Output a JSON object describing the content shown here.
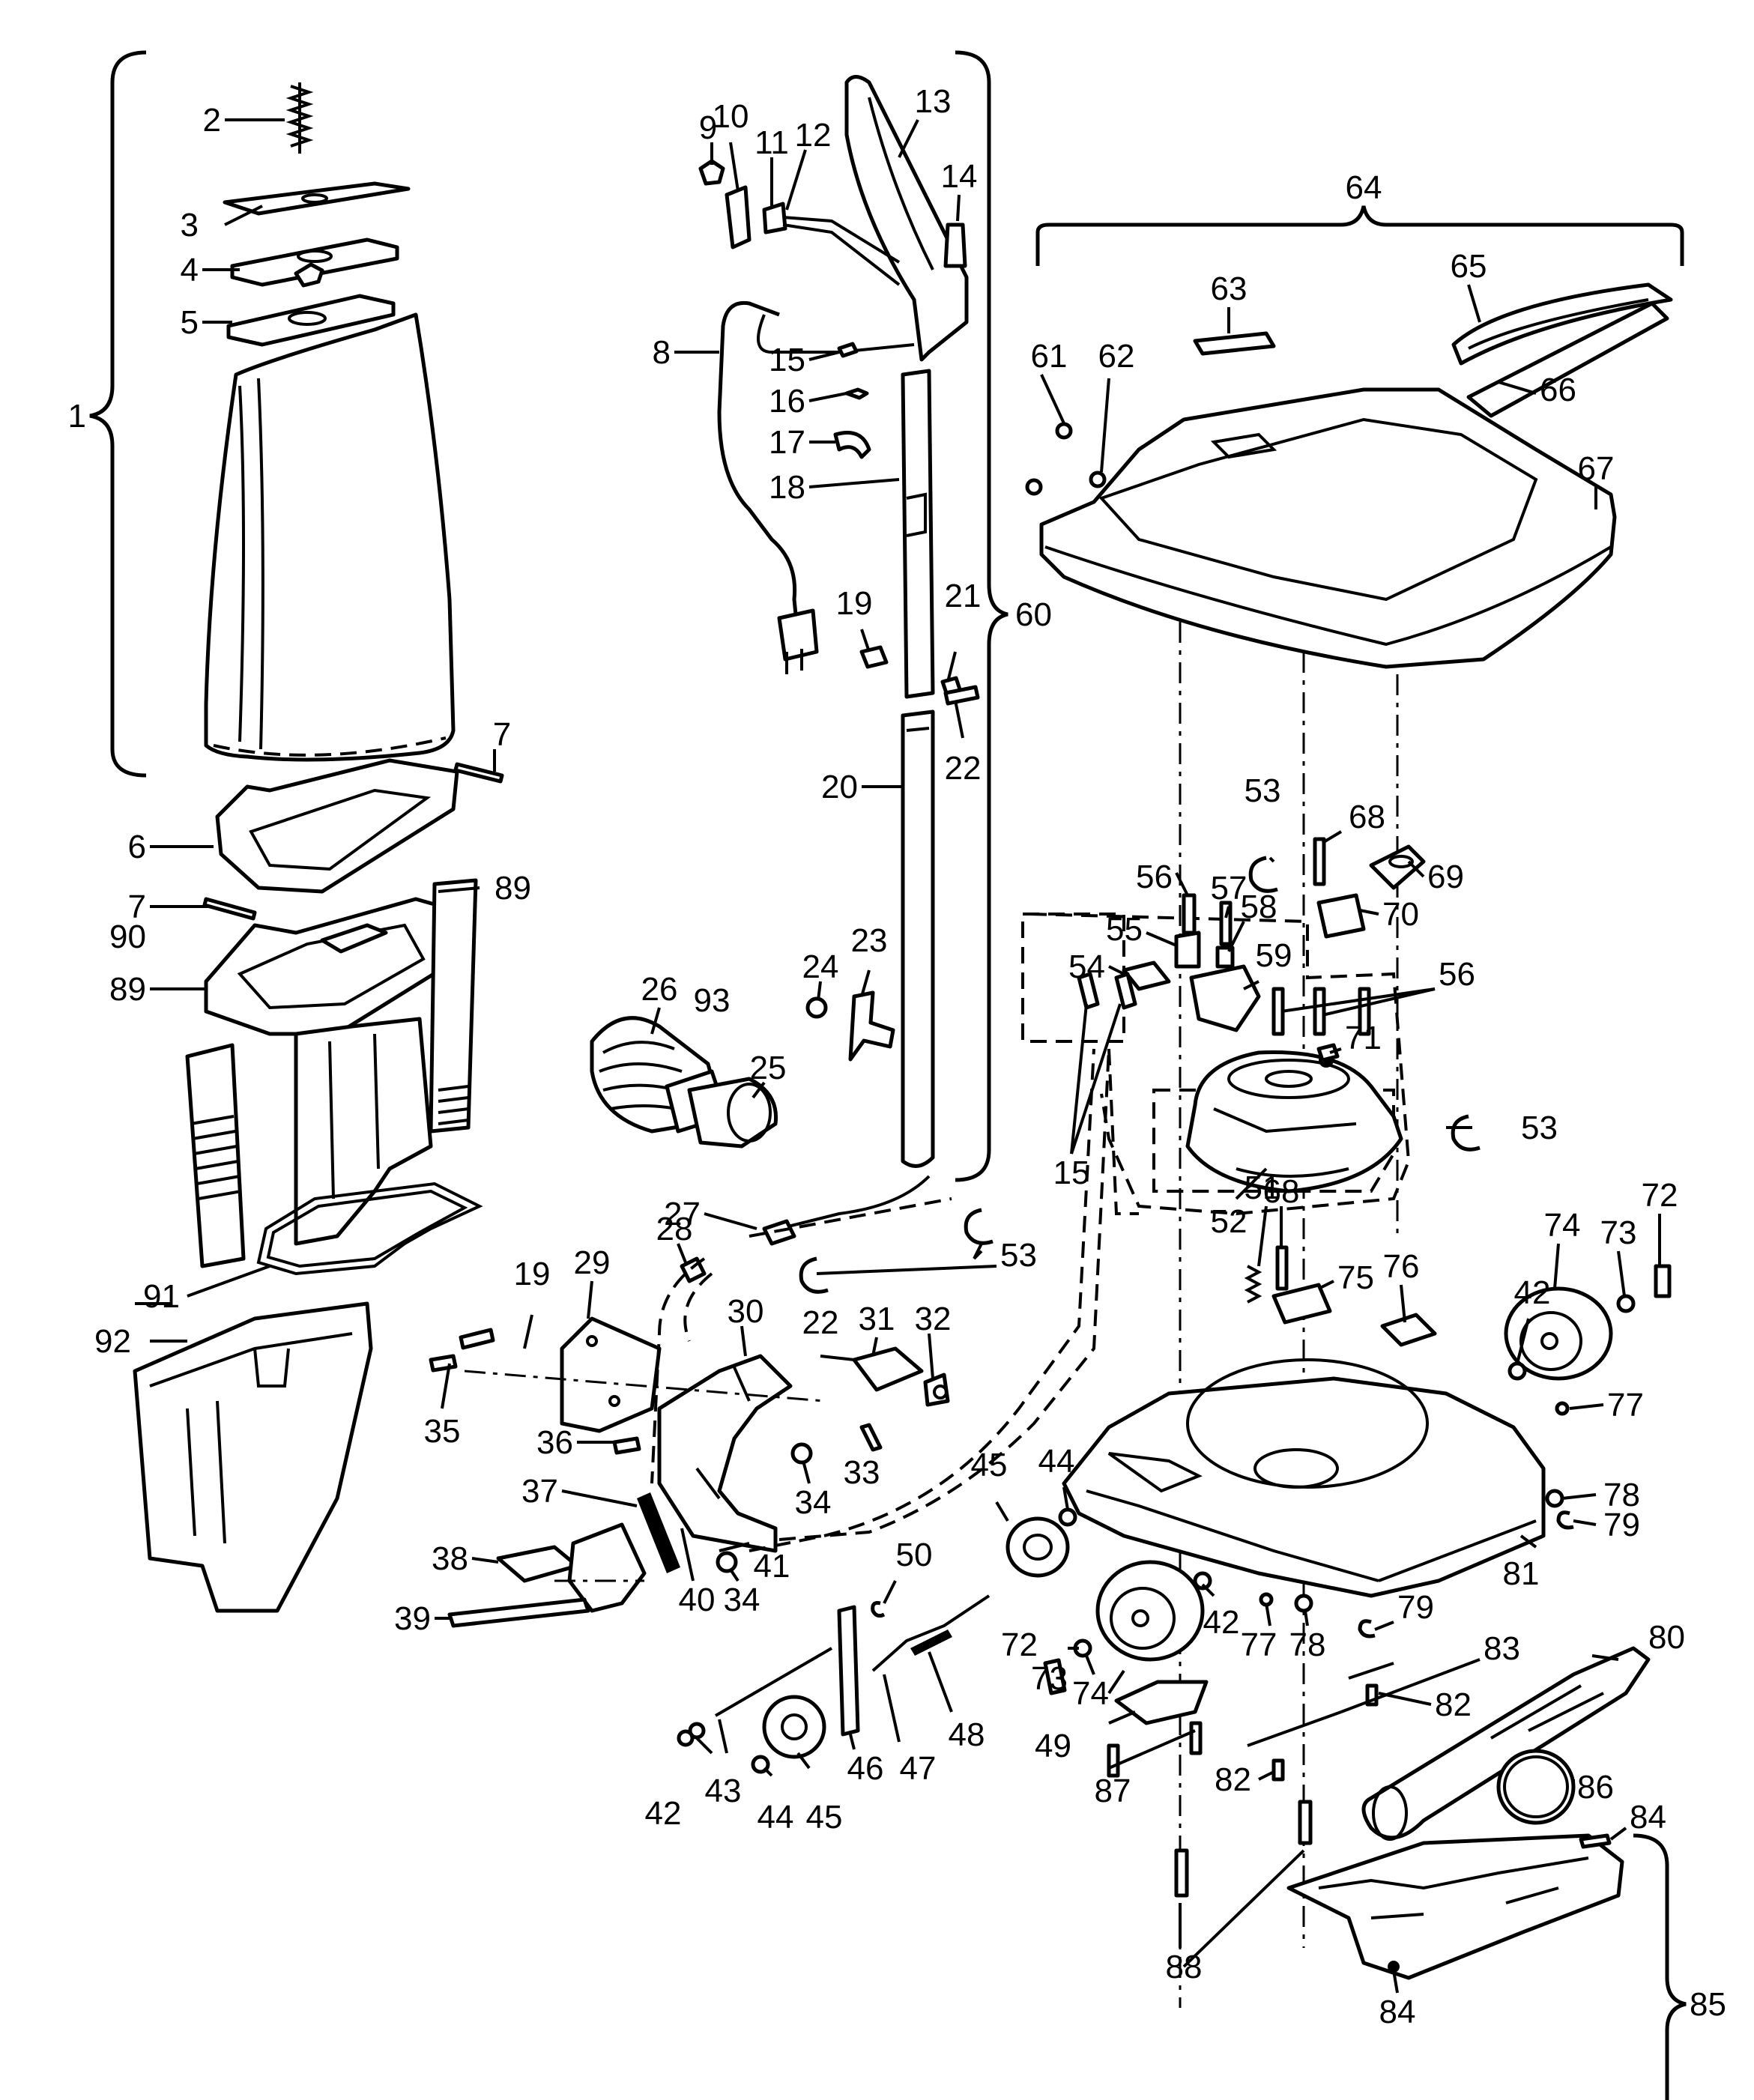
{
  "callouts": [
    {
      "label": "1"
    },
    {
      "label": "2"
    },
    {
      "label": "3"
    },
    {
      "label": "4"
    },
    {
      "label": "5"
    },
    {
      "label": "6"
    },
    {
      "label": "7"
    },
    {
      "label": "7"
    },
    {
      "label": "8"
    },
    {
      "label": "9"
    },
    {
      "label": "10"
    },
    {
      "label": "11"
    },
    {
      "label": "12"
    },
    {
      "label": "13"
    },
    {
      "label": "14"
    },
    {
      "label": "15"
    },
    {
      "label": "16"
    },
    {
      "label": "17"
    },
    {
      "label": "18"
    },
    {
      "label": "19"
    },
    {
      "label": "20"
    },
    {
      "label": "21"
    },
    {
      "label": "22"
    },
    {
      "label": "23"
    },
    {
      "label": "24"
    },
    {
      "label": "25"
    },
    {
      "label": "26"
    },
    {
      "label": "27"
    },
    {
      "label": "28"
    },
    {
      "label": "29"
    },
    {
      "label": "30"
    },
    {
      "label": "31"
    },
    {
      "label": "32"
    },
    {
      "label": "33"
    },
    {
      "label": "34"
    },
    {
      "label": "34"
    },
    {
      "label": "35"
    },
    {
      "label": "36"
    },
    {
      "label": "37"
    },
    {
      "label": "38"
    },
    {
      "label": "39"
    },
    {
      "label": "40"
    },
    {
      "label": "41"
    },
    {
      "label": "42"
    },
    {
      "label": "42"
    },
    {
      "label": "42"
    },
    {
      "label": "43"
    },
    {
      "label": "44"
    },
    {
      "label": "44"
    },
    {
      "label": "45"
    },
    {
      "label": "45"
    },
    {
      "label": "46"
    },
    {
      "label": "47"
    },
    {
      "label": "48"
    },
    {
      "label": "49"
    },
    {
      "label": "50"
    },
    {
      "label": "51"
    },
    {
      "label": "52"
    },
    {
      "label": "53"
    },
    {
      "label": "53"
    },
    {
      "label": "53"
    },
    {
      "label": "54"
    },
    {
      "label": "55"
    },
    {
      "label": "56"
    },
    {
      "label": "56"
    },
    {
      "label": "57"
    },
    {
      "label": "58"
    },
    {
      "label": "59"
    },
    {
      "label": "60"
    },
    {
      "label": "61"
    },
    {
      "label": "62"
    },
    {
      "label": "63"
    },
    {
      "label": "64"
    },
    {
      "label": "65"
    },
    {
      "label": "66"
    },
    {
      "label": "67"
    },
    {
      "label": "68"
    },
    {
      "label": "68"
    },
    {
      "label": "69"
    },
    {
      "label": "70"
    },
    {
      "label": "71"
    },
    {
      "label": "72"
    },
    {
      "label": "72"
    },
    {
      "label": "73"
    },
    {
      "label": "73"
    },
    {
      "label": "74"
    },
    {
      "label": "74"
    },
    {
      "label": "75"
    },
    {
      "label": "76"
    },
    {
      "label": "77"
    },
    {
      "label": "77"
    },
    {
      "label": "78"
    },
    {
      "label": "78"
    },
    {
      "label": "79"
    },
    {
      "label": "79"
    },
    {
      "label": "80"
    },
    {
      "label": "81"
    },
    {
      "label": "82"
    },
    {
      "label": "82"
    },
    {
      "label": "83"
    },
    {
      "label": "84"
    },
    {
      "label": "84"
    },
    {
      "label": "85"
    },
    {
      "label": "86"
    },
    {
      "label": "87"
    },
    {
      "label": "88"
    },
    {
      "label": "89"
    },
    {
      "label": "89"
    },
    {
      "label": "90"
    },
    {
      "label": "91"
    },
    {
      "label": "92"
    },
    {
      "label": "93"
    },
    {
      "label": "15"
    },
    {
      "label": "19"
    },
    {
      "label": "22"
    }
  ]
}
